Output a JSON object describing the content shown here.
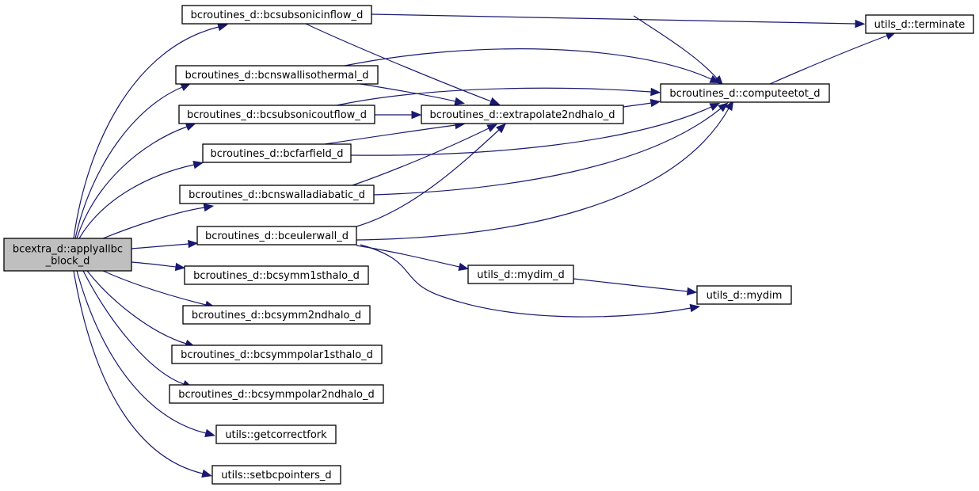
{
  "graph": {
    "type": "call-graph",
    "colors": {
      "edge": "#191970",
      "root_fill": "#bfbfbf",
      "node_fill": "#ffffff",
      "node_border": "#000000"
    },
    "nodes": [
      {
        "id": "root",
        "label_lines": [
          "bcextra_d::applyallbc",
          "_block_d"
        ],
        "root": true
      },
      {
        "id": "bcsubsonicinflow",
        "label_lines": [
          "bcroutines_d::bcsubsonicinflow_d"
        ]
      },
      {
        "id": "bcnswallisothermal",
        "label_lines": [
          "bcroutines_d::bcnswallisothermal_d"
        ]
      },
      {
        "id": "bcsubsonicoutflow",
        "label_lines": [
          "bcroutines_d::bcsubsonicoutflow_d"
        ]
      },
      {
        "id": "bcfarfield",
        "label_lines": [
          "bcroutines_d::bcfarfield_d"
        ]
      },
      {
        "id": "bcnswalladiabatic",
        "label_lines": [
          "bcroutines_d::bcnswalladiabatic_d"
        ]
      },
      {
        "id": "bceulerwall",
        "label_lines": [
          "bcroutines_d::bceulerwall_d"
        ]
      },
      {
        "id": "bcsymm1sthalo",
        "label_lines": [
          "bcroutines_d::bcsymm1sthalo_d"
        ]
      },
      {
        "id": "bcsymm2ndhalo",
        "label_lines": [
          "bcroutines_d::bcsymm2ndhalo_d"
        ]
      },
      {
        "id": "bcsymmpolar1sthalo",
        "label_lines": [
          "bcroutines_d::bcsymmpolar1sthalo_d"
        ]
      },
      {
        "id": "bcsymmpolar2ndhalo",
        "label_lines": [
          "bcroutines_d::bcsymmpolar2ndhalo_d"
        ]
      },
      {
        "id": "getcorrectfork",
        "label_lines": [
          "utils::getcorrectfork"
        ]
      },
      {
        "id": "setbcpointers",
        "label_lines": [
          "utils::setbcpointers_d"
        ]
      },
      {
        "id": "extrapolate2ndhalo",
        "label_lines": [
          "bcroutines_d::extrapolate2ndhalo_d"
        ]
      },
      {
        "id": "computeetot",
        "label_lines": [
          "bcroutines_d::computeetot_d"
        ]
      },
      {
        "id": "terminate",
        "label_lines": [
          "utils_d::terminate"
        ]
      },
      {
        "id": "mydim_d",
        "label_lines": [
          "utils_d::mydim_d"
        ]
      },
      {
        "id": "mydim",
        "label_lines": [
          "utils_d::mydim"
        ]
      }
    ],
    "edges": [
      {
        "from": "root",
        "to": "bcsubsonicinflow"
      },
      {
        "from": "root",
        "to": "bcnswallisothermal"
      },
      {
        "from": "root",
        "to": "bcsubsonicoutflow"
      },
      {
        "from": "root",
        "to": "bcfarfield"
      },
      {
        "from": "root",
        "to": "bcnswalladiabatic"
      },
      {
        "from": "root",
        "to": "bceulerwall"
      },
      {
        "from": "root",
        "to": "bcsymm1sthalo"
      },
      {
        "from": "root",
        "to": "bcsymm2ndhalo"
      },
      {
        "from": "root",
        "to": "bcsymmpolar1sthalo"
      },
      {
        "from": "root",
        "to": "bcsymmpolar2ndhalo"
      },
      {
        "from": "root",
        "to": "getcorrectfork"
      },
      {
        "from": "root",
        "to": "setbcpointers"
      },
      {
        "from": "bcsubsonicinflow",
        "to": "terminate"
      },
      {
        "from": "bcsubsonicinflow",
        "to": "computeetot"
      },
      {
        "from": "bcsubsonicinflow",
        "to": "extrapolate2ndhalo"
      },
      {
        "from": "bcnswallisothermal",
        "to": "computeetot"
      },
      {
        "from": "bcnswallisothermal",
        "to": "extrapolate2ndhalo"
      },
      {
        "from": "bcsubsonicoutflow",
        "to": "computeetot"
      },
      {
        "from": "bcsubsonicoutflow",
        "to": "extrapolate2ndhalo"
      },
      {
        "from": "bcfarfield",
        "to": "extrapolate2ndhalo"
      },
      {
        "from": "bcfarfield",
        "to": "computeetot"
      },
      {
        "from": "bcnswalladiabatic",
        "to": "extrapolate2ndhalo"
      },
      {
        "from": "bcnswalladiabatic",
        "to": "computeetot"
      },
      {
        "from": "bceulerwall",
        "to": "extrapolate2ndhalo"
      },
      {
        "from": "bceulerwall",
        "to": "computeetot"
      },
      {
        "from": "bceulerwall",
        "to": "mydim_d"
      },
      {
        "from": "bceulerwall",
        "to": "mydim"
      },
      {
        "from": "extrapolate2ndhalo",
        "to": "computeetot"
      },
      {
        "from": "computeetot",
        "to": "terminate"
      },
      {
        "from": "mydim_d",
        "to": "mydim"
      }
    ]
  }
}
